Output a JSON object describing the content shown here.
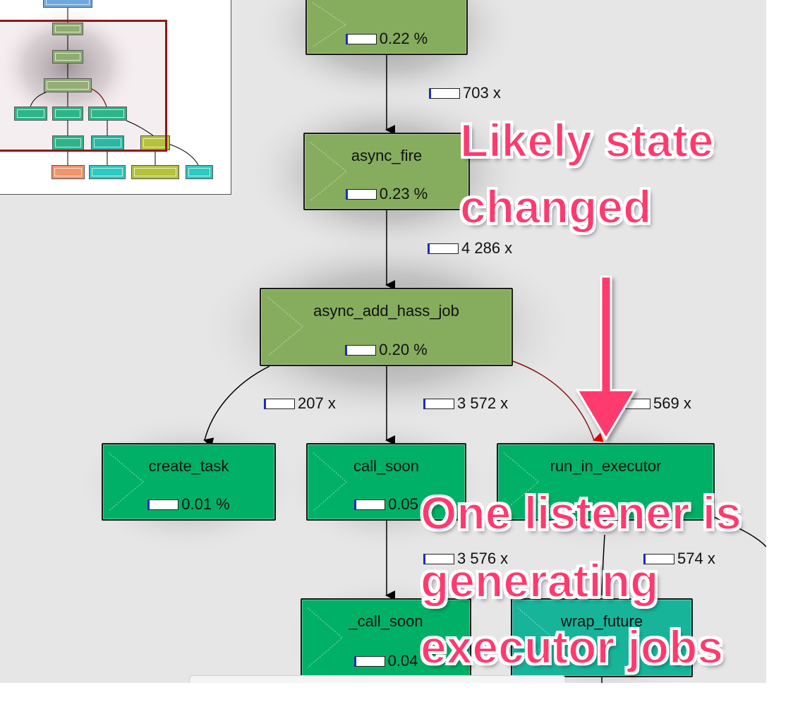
{
  "nodes": {
    "top": {
      "pct": "0.22 %"
    },
    "async_fire": {
      "name": "async_fire",
      "pct": "0.23 %"
    },
    "add_hass_job": {
      "name": "async_add_hass_job",
      "pct": "0.20 %"
    },
    "create_task": {
      "name": "create_task",
      "pct": "0.01 %"
    },
    "call_soon": {
      "name": "call_soon",
      "pct": "0.05"
    },
    "run_executor": {
      "name": "run_in_executor"
    },
    "call_soon2": {
      "name": "_call_soon",
      "pct": "0.04"
    },
    "wrap_future": {
      "name": "wrap_future"
    }
  },
  "calls": {
    "top_to_fire": "703 x",
    "fire_to_add": "4 286 x",
    "add_to_create": "207 x",
    "add_to_callsoon": "3 572 x",
    "add_to_executor": "569 x",
    "callsoon_to_call": "3 576 x",
    "executor_to_wrap": "574 x"
  },
  "annotations": {
    "state_line1": "Likely state",
    "state_line2": "changed",
    "listener_line1": "One listener is",
    "listener_line2": "generating",
    "listener_line3": "executor jobs"
  },
  "colors": {
    "annotation": "#ff3a6e",
    "highlight_edge": "#8b0f0f",
    "minimap_viewport": "#8b1a1a"
  }
}
